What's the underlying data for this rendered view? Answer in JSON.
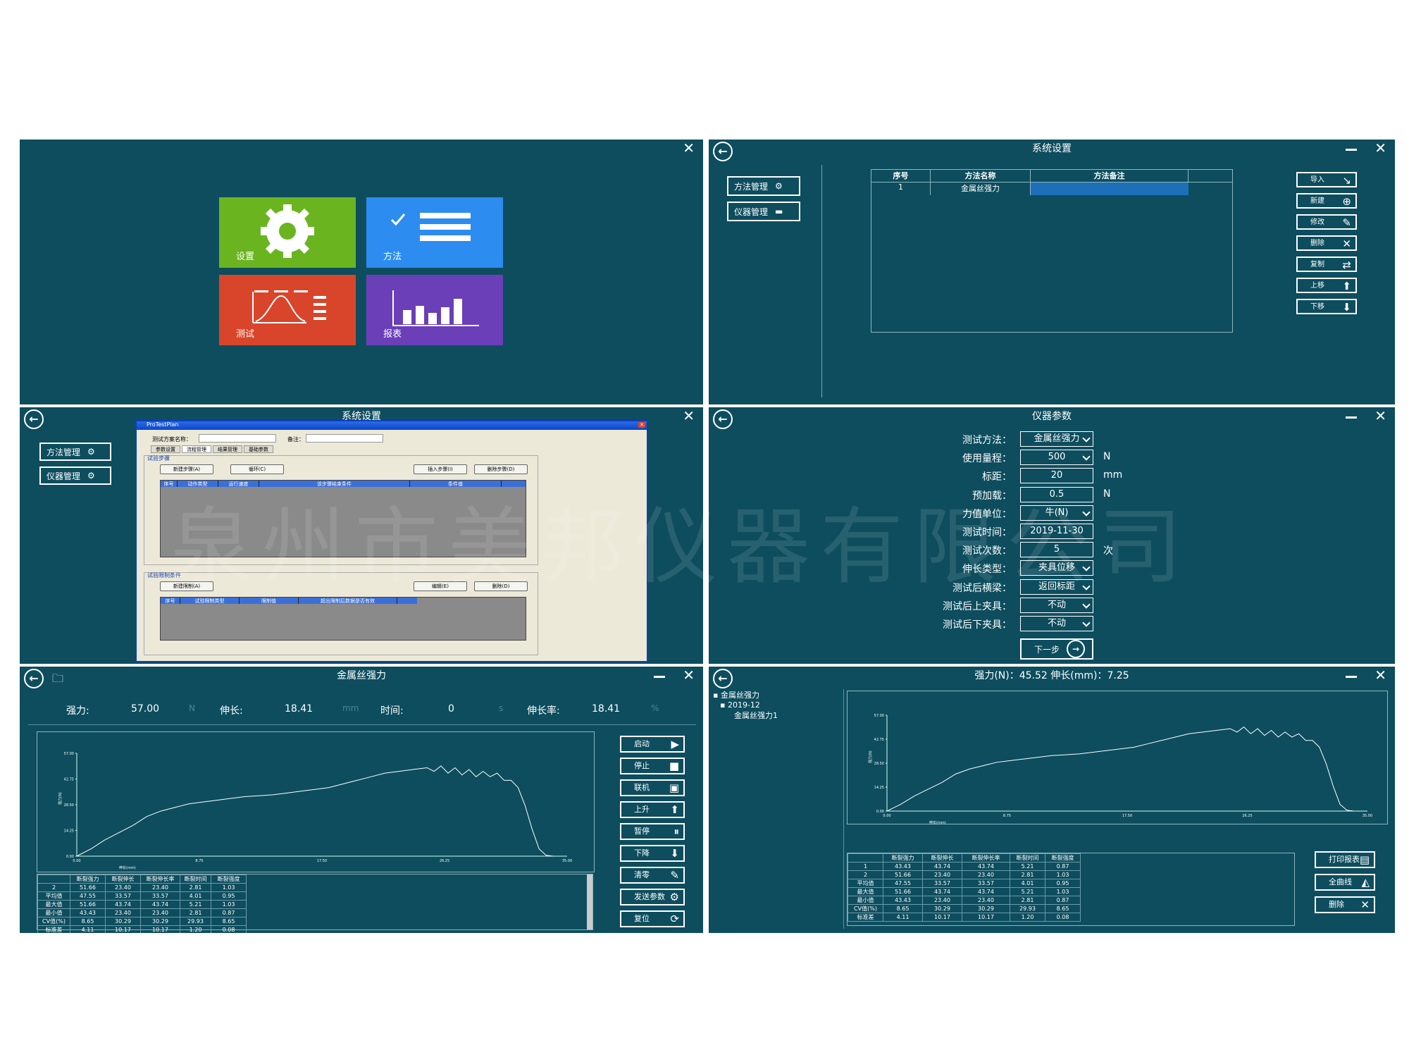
{
  "home": {
    "tiles": [
      {
        "label": "设置",
        "color": "#6ab51f",
        "icon": "gear-icon"
      },
      {
        "label": "方法",
        "color": "#2d8cf0",
        "icon": "checklist-icon"
      },
      {
        "label": "测试",
        "color": "#d9452a",
        "icon": "curve-icon"
      },
      {
        "label": "报表",
        "color": "#6a3fb8",
        "icon": "bar-chart-icon"
      }
    ]
  },
  "sys": {
    "title": "系统设置",
    "side": [
      "方法管理",
      "仪器管理"
    ],
    "table": {
      "headers": [
        "序号",
        "方法名称",
        "方法备注"
      ],
      "rows": [
        [
          "1",
          "金属丝强力",
          ""
        ]
      ]
    },
    "buttons": [
      "导入",
      "新建",
      "修改",
      "删除",
      "复制",
      "上移",
      "下移"
    ]
  },
  "plan": {
    "title": "系统设置",
    "side": [
      "方法管理",
      "仪器管理"
    ],
    "win_title": "ProTestPlan",
    "scheme_label": "测试方案名称：",
    "note_label": "备注：",
    "tabs": [
      "参数设置",
      "流程管理",
      "结果管理",
      "基础参数"
    ],
    "steps_group": "试验步骤",
    "steps_buttons": [
      "新建步骤(A)",
      "循环(C)",
      "插入步骤(I)",
      "删除步骤(D)"
    ],
    "steps_headers": [
      "序号",
      "动作类型",
      "运行速度",
      "该步骤结束条件",
      "条件值"
    ],
    "limit_group": "试验限制条件",
    "limit_buttons": [
      "新建限制(A)",
      "编辑(E)",
      "删除(D)"
    ],
    "limit_headers": [
      "序号",
      "试验限制类型",
      "限制值",
      "超出限制后数据是否有效"
    ],
    "watermark": "泉州市美邦仪器有限公司"
  },
  "inst": {
    "title": "仪器参数",
    "rows": [
      {
        "label": "测试方法：",
        "value": "金属丝强力",
        "unit": "",
        "select": true
      },
      {
        "label": "使用量程：",
        "value": "500",
        "unit": "N",
        "select": true
      },
      {
        "label": "标距：",
        "value": "20",
        "unit": "mm",
        "select": false
      },
      {
        "label": "预加载：",
        "value": "0.5",
        "unit": "N",
        "select": false
      },
      {
        "label": "力值单位：",
        "value": "牛(N)",
        "unit": "",
        "select": true
      },
      {
        "label": "测试时间：",
        "value": "2019-11-30",
        "unit": "",
        "select": false
      },
      {
        "label": "测试次数：",
        "value": "5",
        "unit": "次",
        "select": false
      },
      {
        "label": "伸长类型：",
        "value": "夹具位移",
        "unit": "",
        "select": true
      },
      {
        "label": "测试后横梁：",
        "value": "返回标距",
        "unit": "",
        "select": true
      },
      {
        "label": "测试后上夹具：",
        "value": "不动",
        "unit": "",
        "select": true
      },
      {
        "label": "测试后下夹具：",
        "value": "不动",
        "unit": "",
        "select": true
      }
    ],
    "next": "下一步"
  },
  "test": {
    "title": "金属丝强力",
    "stats": [
      {
        "label": "强力:",
        "value": "57.00",
        "unit": "N"
      },
      {
        "label": "伸长:",
        "value": "18.41",
        "unit": "mm"
      },
      {
        "label": "时间:",
        "value": "0",
        "unit": "s"
      },
      {
        "label": "伸长率:",
        "value": "18.41",
        "unit": "%"
      }
    ],
    "buttons": [
      {
        "label": "启动",
        "icon": "play-icon"
      },
      {
        "label": "停止",
        "icon": "stop-icon"
      },
      {
        "label": "联机",
        "icon": "monitor-icon"
      },
      {
        "label": "上升",
        "icon": "arrow-up-icon"
      },
      {
        "label": "暂停",
        "icon": "pause-icon"
      },
      {
        "label": "下降",
        "icon": "arrow-down-icon"
      },
      {
        "label": "清零",
        "icon": "wrench-icon"
      },
      {
        "label": "发送参数",
        "icon": "gear-icon"
      },
      {
        "label": "复位",
        "icon": "refresh-icon"
      }
    ],
    "table": {
      "headers": [
        "",
        "断裂强力",
        "断裂伸长",
        "断裂伸长率",
        "断裂时间",
        "断裂强度"
      ],
      "rows": [
        [
          "2",
          "51.66",
          "23.40",
          "23.40",
          "2.81",
          "1.03"
        ],
        [
          "平均值",
          "47.55",
          "33.57",
          "33.57",
          "4.01",
          "0.95"
        ],
        [
          "最大值",
          "51.66",
          "43.74",
          "43.74",
          "5.21",
          "1.03"
        ],
        [
          "最小值",
          "43.43",
          "23.40",
          "23.40",
          "2.81",
          "0.87"
        ],
        [
          "CV值(%)",
          "8.65",
          "30.29",
          "30.29",
          "29.93",
          "8.65"
        ],
        [
          "标准差",
          "4.11",
          "10.17",
          "10.17",
          "1.20",
          "0.08"
        ]
      ]
    }
  },
  "report": {
    "title": "强力(N)：45.52   伸长(mm)：7.25",
    "tree": [
      "金属丝强力",
      "2019-12",
      "金属丝强力1"
    ],
    "buttons": [
      {
        "label": "打印报表",
        "icon": "document-icon"
      },
      {
        "label": "全曲线",
        "icon": "curve-icon"
      },
      {
        "label": "删除",
        "icon": "close-icon"
      }
    ],
    "table": {
      "headers": [
        "",
        "断裂强力",
        "断裂伸长",
        "断裂伸长率",
        "断裂时间",
        "断裂强度"
      ],
      "rows": [
        [
          "1",
          "43.43",
          "43.74",
          "43.74",
          "5.21",
          "0.87"
        ],
        [
          "2",
          "51.66",
          "23.40",
          "23.40",
          "2.81",
          "1.03"
        ],
        [
          "平均值",
          "47.55",
          "33.57",
          "33.57",
          "4.01",
          "0.95"
        ],
        [
          "最大值",
          "51.66",
          "43.74",
          "43.74",
          "5.21",
          "1.03"
        ],
        [
          "最小值",
          "43.43",
          "23.40",
          "23.40",
          "2.81",
          "0.87"
        ],
        [
          "CV值(%)",
          "8.65",
          "30.29",
          "30.29",
          "29.93",
          "8.65"
        ],
        [
          "标准差",
          "4.11",
          "10.17",
          "10.17",
          "1.20",
          "0.08"
        ]
      ]
    }
  },
  "chart_data": [
    {
      "type": "line",
      "xlabel": "伸长(mm)",
      "ylabel": "强力(N)",
      "xticks": [
        "0.00",
        "8.75",
        "17.50",
        "26.25",
        "35.00"
      ],
      "yticks": [
        "0.00",
        "14.25",
        "28.50",
        "42.75",
        "57.00"
      ],
      "xlim": [
        0,
        35
      ],
      "ylim": [
        0,
        57
      ],
      "x": [
        0,
        1,
        2,
        3,
        4,
        5,
        6,
        7,
        8,
        9,
        10,
        11,
        12,
        13,
        14,
        15,
        16,
        17,
        18,
        19,
        20,
        21,
        22,
        23,
        24,
        25,
        25.5,
        26,
        26.5,
        27,
        27.5,
        28,
        28.5,
        29,
        29.5,
        30,
        30.5,
        31,
        31.5,
        32,
        32.5,
        33,
        33.5,
        34
      ],
      "y": [
        0,
        4,
        9,
        13,
        17,
        22,
        25,
        27,
        29,
        30,
        31,
        32,
        33,
        33.5,
        34,
        35,
        36,
        37,
        38,
        40,
        42,
        44,
        46,
        47,
        48,
        49,
        47,
        50,
        46,
        49,
        45,
        48,
        44,
        47,
        44,
        46,
        42,
        42,
        38,
        28,
        15,
        4,
        0.5,
        0
      ]
    },
    {
      "type": "line",
      "xlabel": "伸长(mm)",
      "ylabel": "强力(N)",
      "xticks": [
        "0.00",
        "8.75",
        "17.50",
        "26.25",
        "35.00"
      ],
      "yticks": [
        "0.00",
        "14.25",
        "28.50",
        "42.75",
        "57.00"
      ],
      "xlim": [
        0,
        35
      ],
      "ylim": [
        0,
        57
      ],
      "x": [
        0,
        1,
        2,
        3,
        4,
        5,
        6,
        7,
        8,
        9,
        10,
        11,
        12,
        13,
        14,
        15,
        16,
        17,
        18,
        19,
        20,
        21,
        22,
        23,
        24,
        25,
        25.5,
        26,
        26.5,
        27,
        27.5,
        28,
        28.5,
        29,
        29.5,
        30,
        30.5,
        31,
        31.5,
        32,
        32.5,
        33,
        33.5,
        34
      ],
      "y": [
        0,
        4,
        9,
        13,
        17,
        22,
        25,
        27,
        29,
        30,
        31,
        32,
        33,
        33.5,
        34,
        35,
        36,
        37,
        38,
        40,
        42,
        44,
        46,
        47,
        48,
        49,
        47,
        50,
        46,
        49,
        45,
        48,
        44,
        47,
        44,
        46,
        42,
        42,
        38,
        28,
        15,
        4,
        0.5,
        0
      ]
    }
  ]
}
